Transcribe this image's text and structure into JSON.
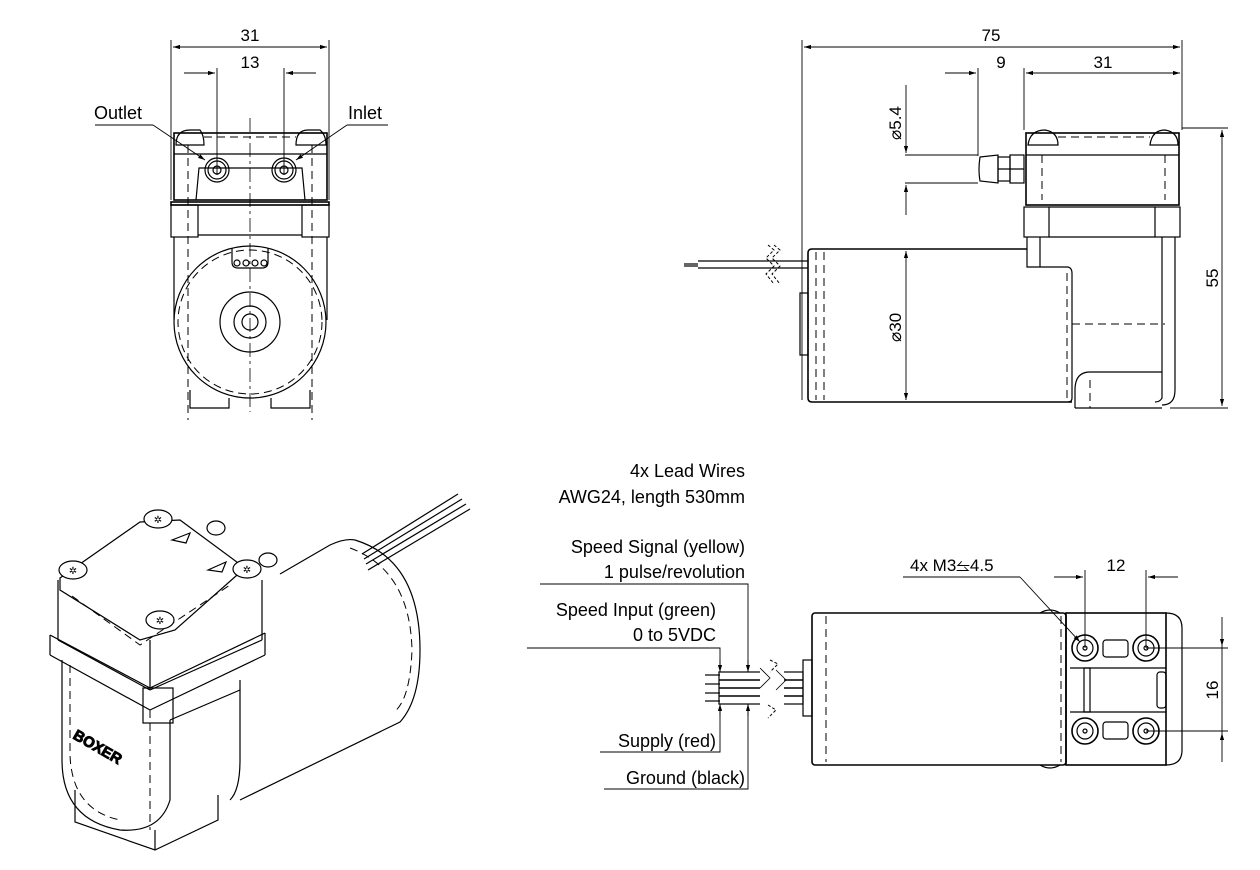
{
  "drawing": {
    "title": "Mini diaphragm pump dimensional drawing",
    "units": "mm",
    "brand_mark": "BOXER"
  },
  "front_view": {
    "dim_overall_width": "31",
    "dim_port_spacing": "13",
    "label_outlet": "Outlet",
    "label_inlet": "Inlet"
  },
  "side_view": {
    "dim_overall_length": "75",
    "dim_port_length": "9",
    "dim_head_length": "31",
    "dim_port_diameter": "⌀5.4",
    "dim_motor_diameter": "⌀30",
    "dim_overall_height": "55"
  },
  "wiring": {
    "lead_wires_title": "4x Lead Wires",
    "lead_wires_spec": "AWG24, length 530mm",
    "wires": [
      {
        "name": "Speed Signal (yellow)",
        "detail": "1 pulse/revolution",
        "color": "yellow"
      },
      {
        "name": "Speed Input (green)",
        "detail": "0 to 5VDC",
        "color": "green"
      },
      {
        "name": "Supply (red)",
        "detail": "",
        "color": "red"
      },
      {
        "name": "Ground (black)",
        "detail": "",
        "color": "black"
      }
    ]
  },
  "bottom_view": {
    "mount_holes": "4x M3⥦4.5",
    "dim_hole_spacing_x": "12",
    "dim_hole_spacing_y": "16"
  }
}
